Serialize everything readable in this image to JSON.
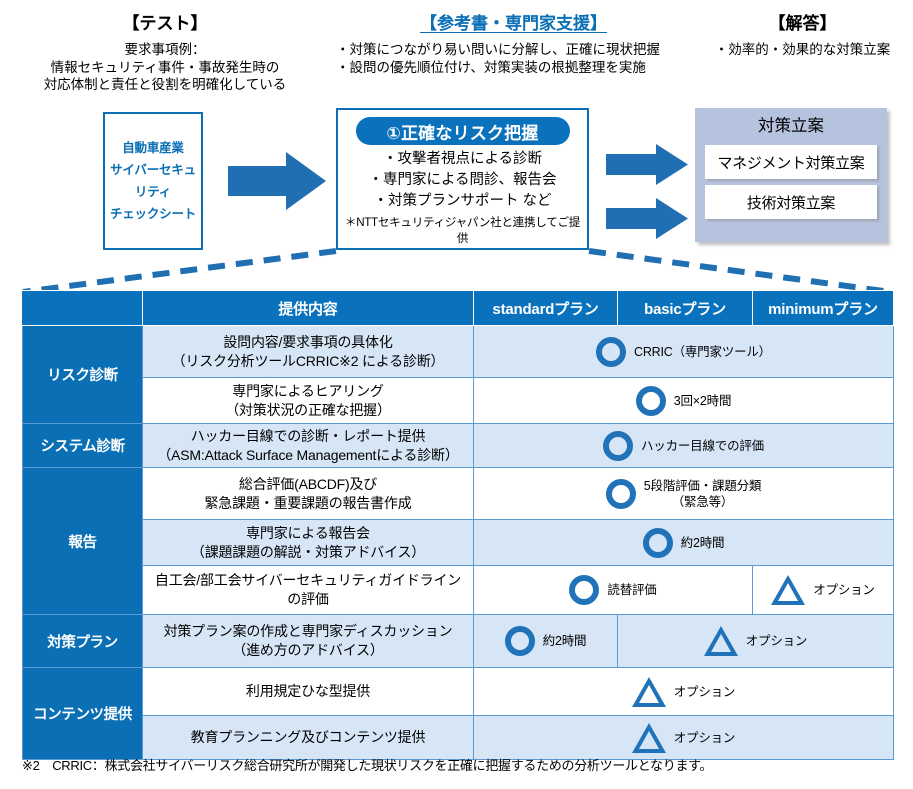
{
  "headers": {
    "test": {
      "title": "【テスト】",
      "sub": "要求事項例：\n情報セキュリティ事件・事故発生時の\n対応体制と責任と役割を明確化している"
    },
    "reference": {
      "title": "【参考書・専門家支援】",
      "sub": "・対策につながり易い問いに分解し、正確に現状把握\n・設問の優先順位付け、対策実装の根拠整理を実施"
    },
    "answer": {
      "title": "【解答】",
      "sub": "・効率的・効果的な対策立案"
    }
  },
  "checksheet": {
    "line1": "自動車産業",
    "line2": "サイバーセキュリティ",
    "line3": "チェックシート"
  },
  "center_box": {
    "pill": "①正確なリスク把握",
    "bullets": [
      "・攻撃者視点による診断",
      "・専門家による問診、報告会",
      "・対策プランサポート など"
    ],
    "note": "＊NTTセキュリティジャパン社と連携してご提供"
  },
  "plan_panel": {
    "title": "対策立案",
    "buttons": [
      "マネジメント対策立案",
      "技術対策立案"
    ]
  },
  "table": {
    "columns": [
      "",
      "提供内容",
      "standardプラン",
      "basicプラン",
      "minimumプラン"
    ],
    "rows": [
      {
        "category": "リスク診断",
        "category_rowspan": 2,
        "shade": "shade",
        "desc": "設問内容/要求事項の具体化\n（リスク分析ツールCRRIC※2 による診断）",
        "marks": [
          {
            "span": 3,
            "glyph": "circle",
            "label": "CRRIC（専門家ツール）"
          }
        ]
      },
      {
        "shade": "plain",
        "desc": "専門家によるヒアリング\n（対策状況の正確な把握）",
        "marks": [
          {
            "span": 3,
            "glyph": "circle",
            "label": "3回×2時間"
          }
        ]
      },
      {
        "category": "システム診断",
        "category_rowspan": 1,
        "shade": "shade",
        "desc": "ハッカー目線での診断・レポート提供\n（ASM:Attack Surface Managementによる診断）",
        "marks": [
          {
            "span": 3,
            "glyph": "circle",
            "label": "ハッカー目線での評価"
          }
        ]
      },
      {
        "category": "報告",
        "category_rowspan": 3,
        "shade": "plain",
        "desc": "総合評価(ABCDF)及び\n緊急課題・重要課題の報告書作成",
        "marks": [
          {
            "span": 3,
            "glyph": "circle",
            "label": "5段階評価・課題分類\n（緊急等）"
          }
        ]
      },
      {
        "shade": "shade",
        "desc": "専門家による報告会\n（課題課題の解説・対策アドバイス）",
        "marks": [
          {
            "span": 3,
            "glyph": "circle",
            "label": "約2時間"
          }
        ]
      },
      {
        "shade": "plain",
        "desc": "自工会/部工会サイバーセキュリティガイドライン\nの評価",
        "marks": [
          {
            "span": 2,
            "glyph": "circle",
            "label": "読替評価"
          },
          {
            "span": 1,
            "glyph": "triangle",
            "label": "オプション"
          }
        ]
      },
      {
        "category": "対策プラン",
        "category_rowspan": 1,
        "shade": "shade",
        "desc": "対策プラン案の作成と専門家ディスカッション\n（進め方のアドバイス）",
        "marks": [
          {
            "span": 1,
            "glyph": "circle",
            "label": "約2時間"
          },
          {
            "span": 2,
            "glyph": "triangle",
            "label": "オプション"
          }
        ]
      },
      {
        "category": "コンテンツ提供",
        "category_rowspan": 2,
        "shade": "plain",
        "desc": "利用規定ひな型提供",
        "marks": [
          {
            "span": 3,
            "glyph": "triangle",
            "label": "オプション"
          }
        ]
      },
      {
        "shade": "shade",
        "desc": "教育プランニング及びコンテンツ提供",
        "marks": [
          {
            "span": 3,
            "glyph": "triangle",
            "label": "オプション"
          }
        ]
      }
    ]
  },
  "footnote": "※2　CRRIC：株式会社サイバーリスク総合研究所が開発した現状リスクを正確に把握するための分析ツールとなります。",
  "colors": {
    "primary_blue": "#0a72bd",
    "dark_blue": "#0a6fb5",
    "arrow_blue": "#1f6fb2",
    "shade_row": "#d6e6f7",
    "panel_gray_blue": "#b6c3de",
    "grid_line": "#5b9bd5"
  }
}
